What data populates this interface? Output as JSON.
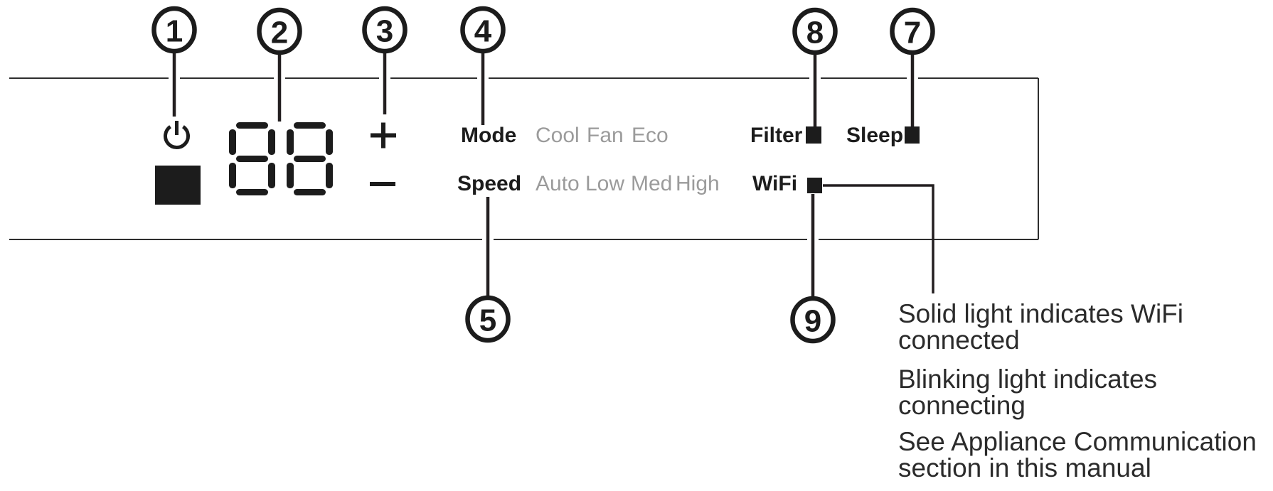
{
  "panel": {
    "display_value": "88",
    "power_icon": "power-symbol",
    "increase_label": "+",
    "decrease_label": "−",
    "mode": {
      "label": "Mode",
      "options": [
        "Cool",
        "Fan",
        "Eco"
      ]
    },
    "speed": {
      "label": "Speed",
      "options": [
        "Auto",
        "Low",
        "Med",
        "High"
      ]
    },
    "indicators": {
      "filter": "Filter",
      "sleep": "Sleep",
      "wifi": "WiFi"
    }
  },
  "callouts": {
    "power": "1",
    "display": "2",
    "temp_adjust": "3",
    "mode": "4",
    "speed": "5",
    "sleep": "7",
    "filter": "8",
    "wifi": "9"
  },
  "annotation": {
    "wifi_connected": [
      "Solid light indicates WiFi",
      "connected"
    ],
    "wifi_connecting": [
      "Blinking light indicates",
      "connecting"
    ],
    "wifi_see_manual": [
      "See Appliance Communication",
      "section in this manual"
    ]
  },
  "colors": {
    "ink": "#1c1c1c",
    "line": "#231f20",
    "panel_border": "#2e2e2e",
    "muted_gray": "#9b9b9b",
    "annotation_text": "#2b2b2b",
    "background": "#ffffff"
  }
}
